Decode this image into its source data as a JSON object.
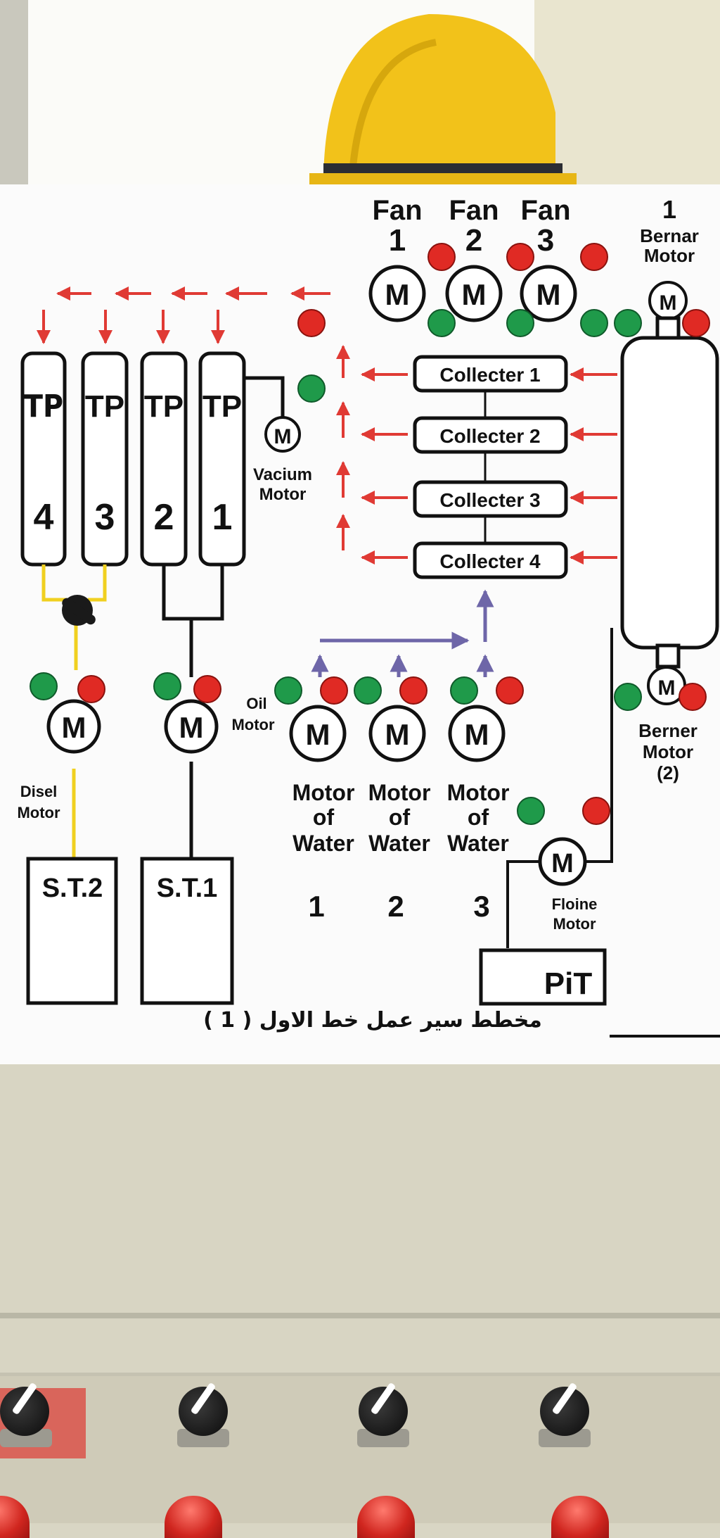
{
  "fans": {
    "fan1_label": "Fan",
    "fan1_num": "1",
    "fan2_label": "Fan",
    "fan2_num": "2",
    "fan3_label": "Fan",
    "fan3_num": "3"
  },
  "bernar_motor": {
    "num": "1",
    "line1": "Bernar",
    "line2": "Motor"
  },
  "motor_symbol": "M",
  "tanks": [
    {
      "code": "TP",
      "num": "4"
    },
    {
      "code": "TP",
      "num": "3"
    },
    {
      "code": "TP",
      "num": "2"
    },
    {
      "code": "TP",
      "num": "1"
    }
  ],
  "vacium_motor": {
    "line1": "Vacium",
    "line2": "Motor"
  },
  "collectors": [
    "Collecter 1",
    "Collecter 2",
    "Collecter 3",
    "Collecter 4"
  ],
  "oil_motor": {
    "line1": "Oil",
    "line2": "Motor"
  },
  "disel_motor": {
    "line1": "Disel",
    "line2": "Motor"
  },
  "water_motors": {
    "line1": "Motor",
    "line2": "of",
    "line3": "Water",
    "numbers": [
      "1",
      "2",
      "3"
    ]
  },
  "berner_motor": {
    "line1": "Berner",
    "line2": "Motor",
    "line3": "(2)"
  },
  "floine_motor": {
    "line1": "Floine",
    "line2": "Motor"
  },
  "storage": {
    "st2": "S.T.2",
    "st1": "S.T.1",
    "pit": "PiT"
  },
  "panel_title": "مخطط سير عمل خط الاول ( 1 )",
  "colors": {
    "arrow_red": "#e03a34",
    "arrow_purple": "#6e66a8",
    "lamp_red": "#e02a24",
    "lamp_green": "#1f9a4a",
    "line_yellow": "#f0d020"
  }
}
